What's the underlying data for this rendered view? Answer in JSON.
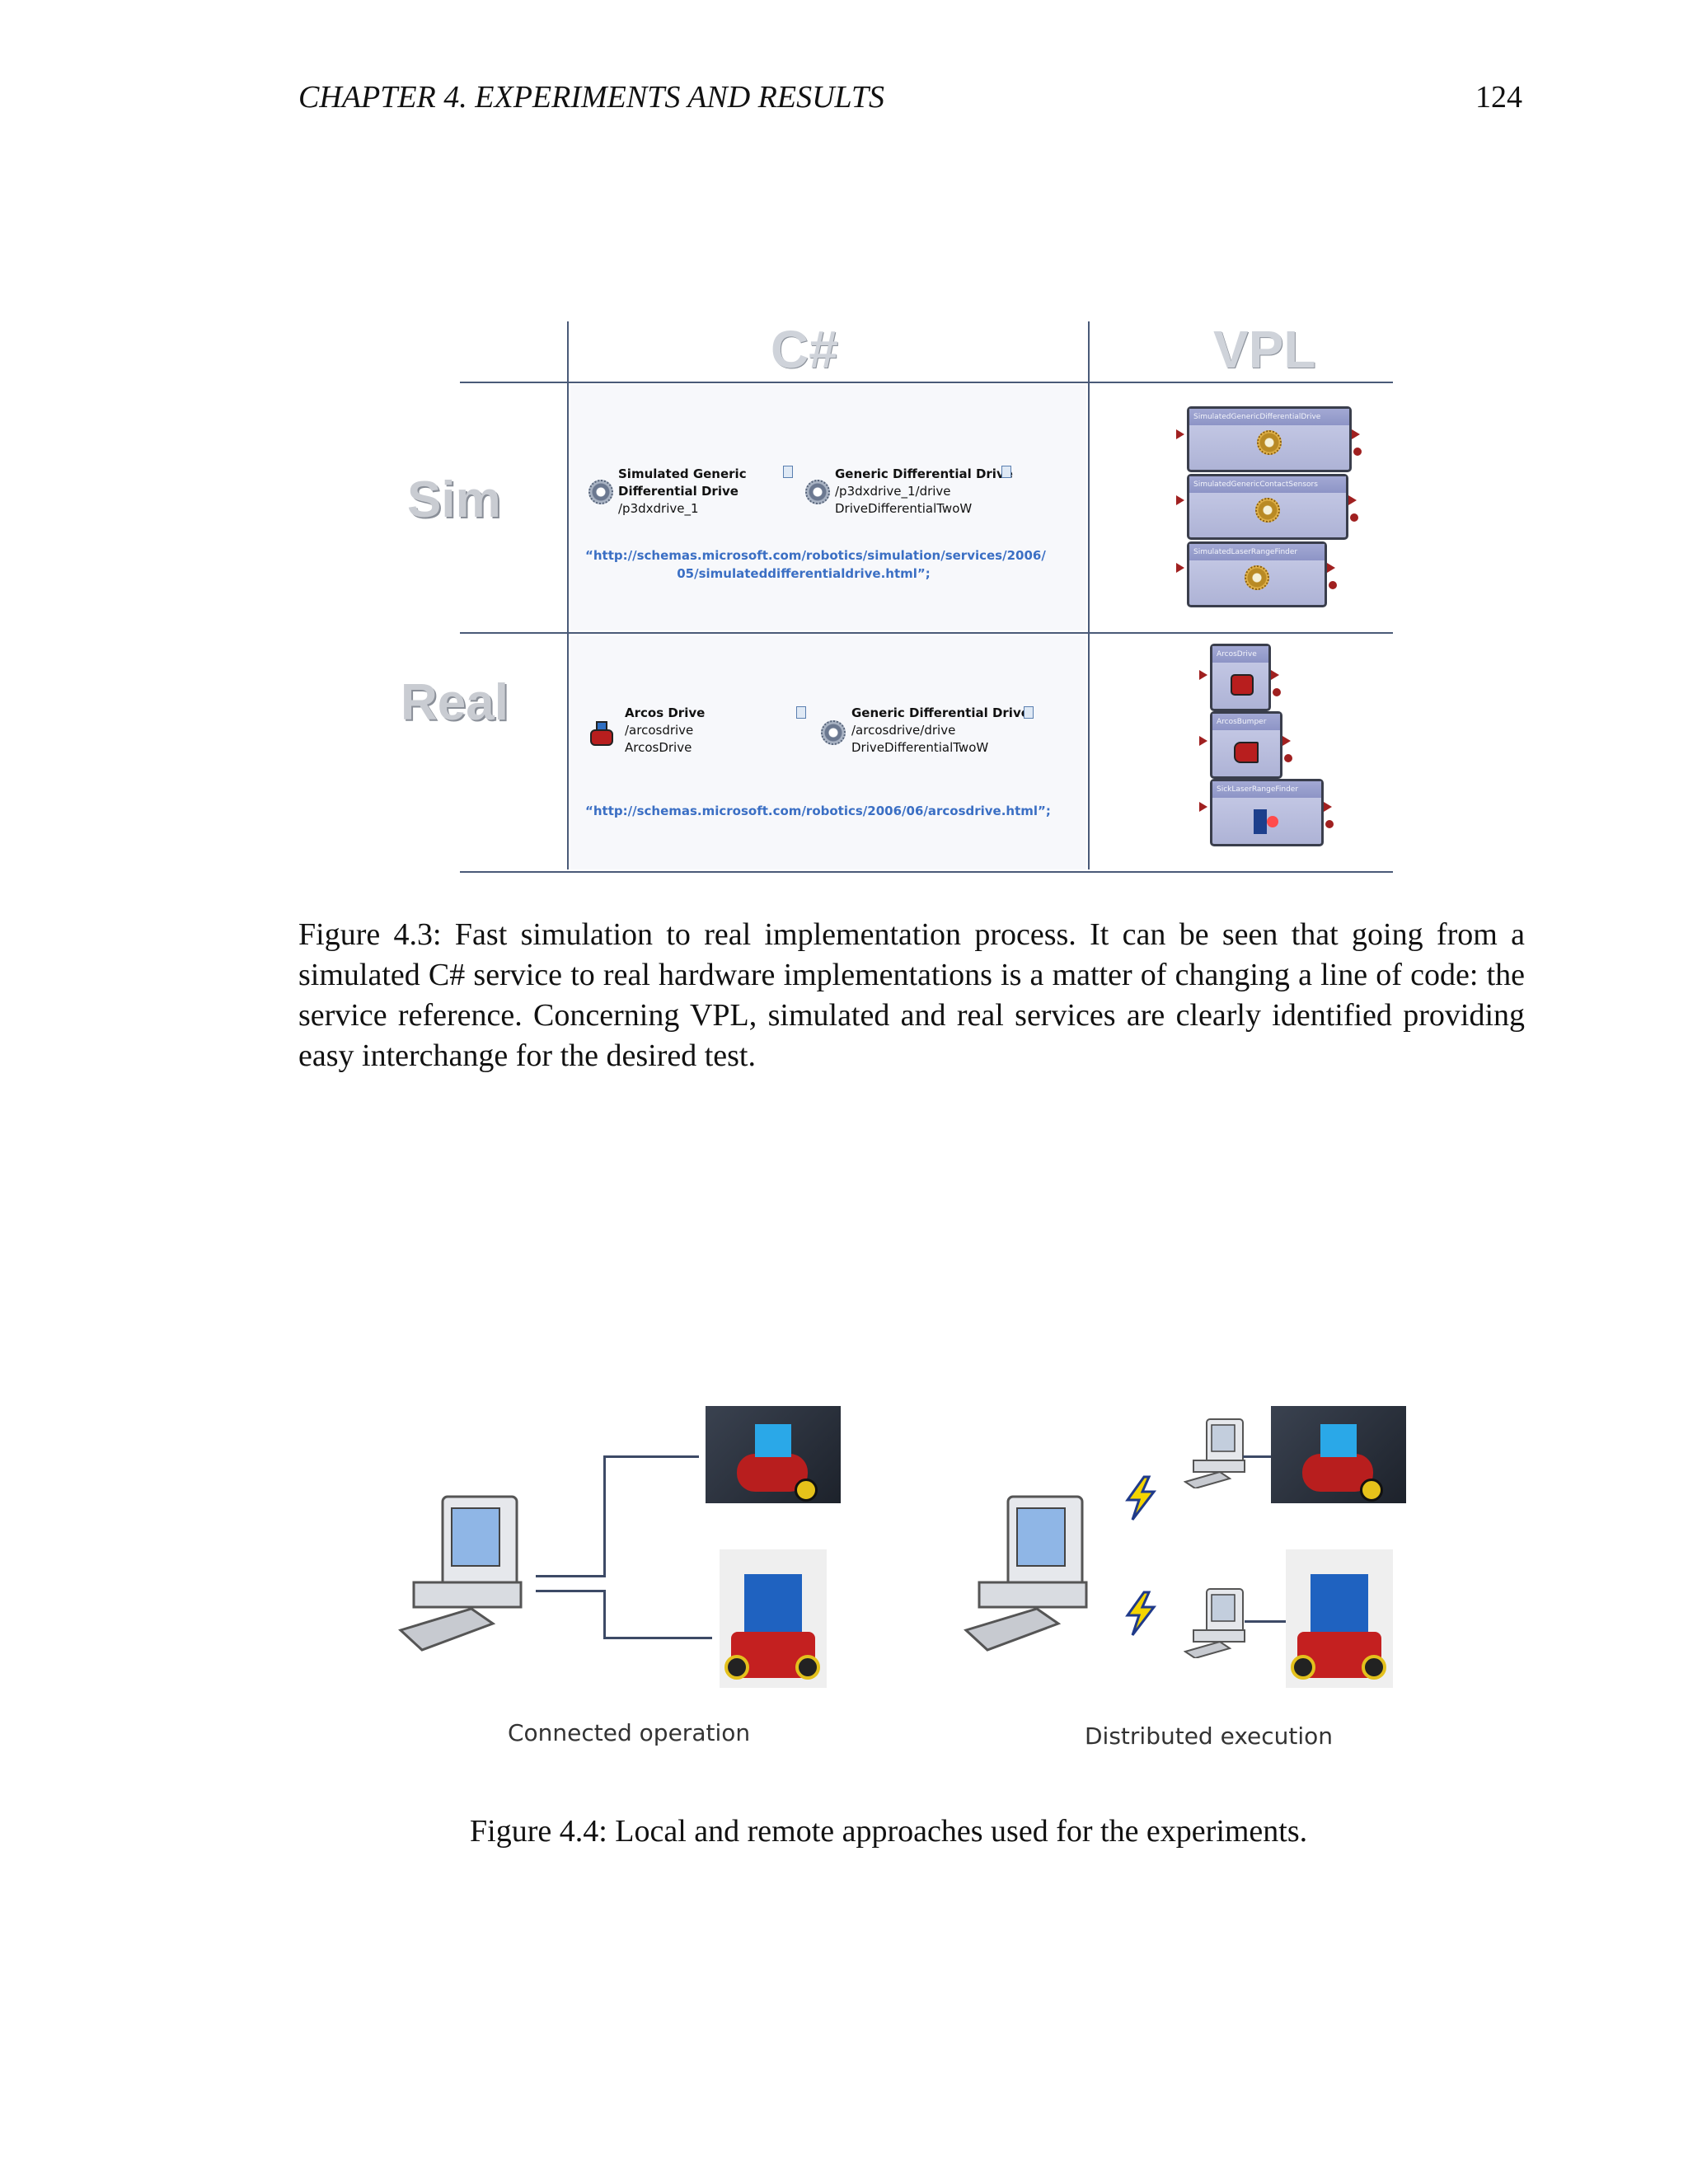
{
  "header": {
    "chapter": "CHAPTER 4.  EXPERIMENTS AND RESULTS",
    "page_number": "124"
  },
  "figure_4_3": {
    "col_headers": [
      "C#",
      "VPL"
    ],
    "row_headers": [
      "Sim",
      "Real"
    ],
    "sim": {
      "service_a": {
        "title_line1": "Simulated Generic",
        "title_line2": "Differential Drive",
        "path": "/p3dxdrive_1"
      },
      "service_b": {
        "title": "Generic Differential Drive",
        "path": "/p3dxdrive_1/drive",
        "contract": "DriveDifferentialTwoW"
      },
      "url_line1": "“http://schemas.microsoft.com/robotics/simulation/services/2006/",
      "url_line2": "05/simulateddifferentialdrive.html”;",
      "vpl_blocks": [
        "SimulatedGenericDifferentialDrive",
        "SimulatedGenericContactSensors",
        "SimulatedLaserRangeFinder"
      ]
    },
    "real": {
      "service_a": {
        "title": "Arcos Drive",
        "path": "/arcosdrive",
        "contract": "ArcosDrive"
      },
      "service_b": {
        "title": "Generic Differential Drive",
        "path": "/arcosdrive/drive",
        "contract": "DriveDifferentialTwoW"
      },
      "url": "“http://schemas.microsoft.com/robotics/2006/06/arcosdrive.html”;",
      "vpl_blocks": [
        "ArcosDrive",
        "ArcosBumper",
        "SickLaserRangeFinder"
      ]
    },
    "caption": "Figure 4.3: Fast simulation to real implementation process. It can be seen that going from a simulated C# service to real hardware implementations is a matter of changing a line of code: the service reference.  Concerning VPL, simulated and real services are clearly identified providing easy interchange for the desired test."
  },
  "figure_4_4": {
    "left_label": "Connected operation",
    "right_label": "Distributed execution",
    "caption": "Figure 4.4: Local and remote approaches used for the experiments."
  }
}
